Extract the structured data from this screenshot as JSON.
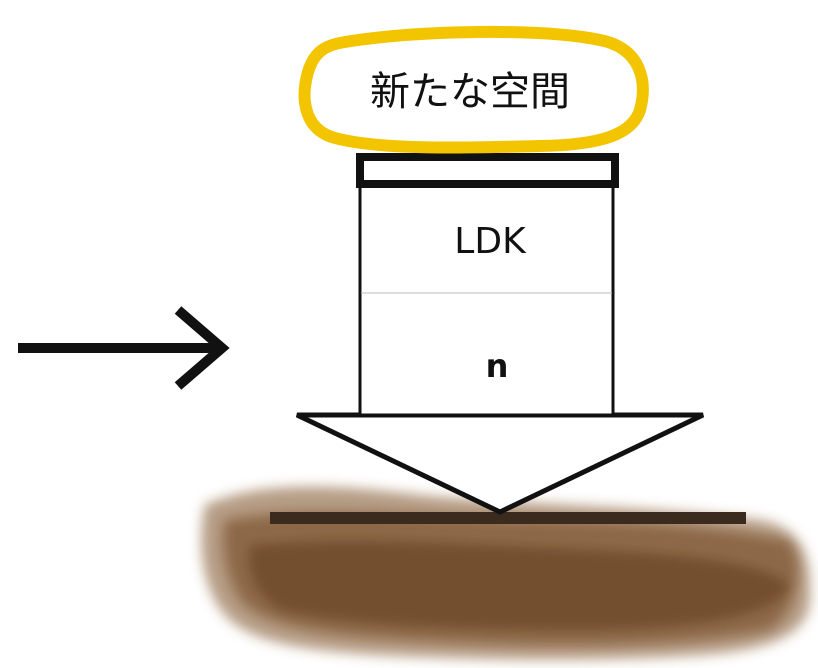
{
  "title_bubble": {
    "text": "新たな空間",
    "outline_color": "#f2c500"
  },
  "box": {
    "top_label": "LDK",
    "bottom_label": "n"
  },
  "arrow": {
    "direction": "right"
  },
  "ground": {
    "color": "#7a4a1f",
    "line_color": "#3b2a1e"
  },
  "colors": {
    "ink": "#111111",
    "divider": "#bbbbbb"
  }
}
